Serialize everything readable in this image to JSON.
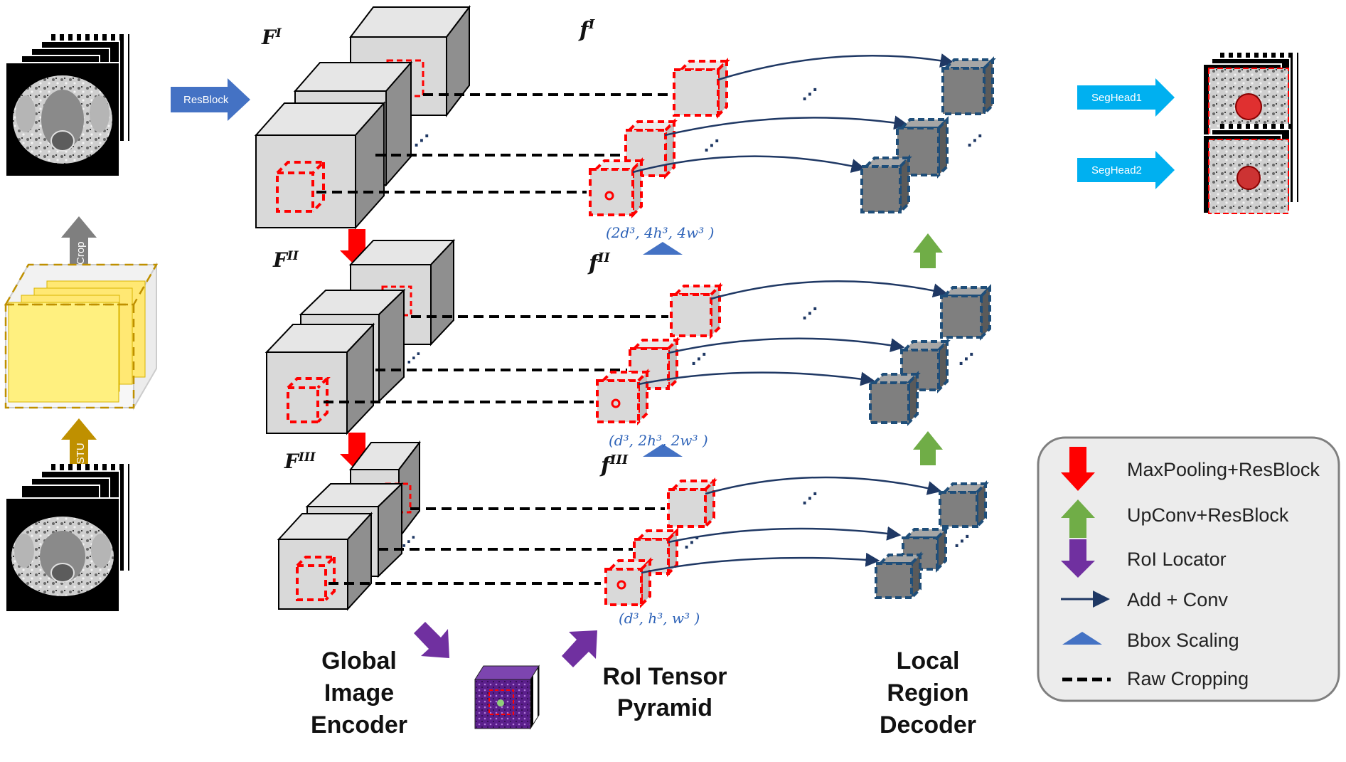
{
  "arrows": {
    "resblock": "ResBlock",
    "crop": "Crop",
    "ostu": "OSTU",
    "seghead1": "SegHead1",
    "seghead2": "SegHead2"
  },
  "features": {
    "F1_base": "F",
    "F1_sup": "I",
    "F2_base": "F",
    "F2_sup": "II",
    "F3_base": "F",
    "F3_sup": "III",
    "f1_base": "f",
    "f1_sup": "I",
    "f2_base": "f",
    "f2_sup": "II",
    "f3_base": "f",
    "f3_sup": "III"
  },
  "dims": {
    "d1": "(2d³, 4h³, 4w³ )",
    "d2": "(d³, 2h³, 2w³ )",
    "d3": "(d³, h³, w³ )"
  },
  "sections": {
    "encoder": [
      "Global",
      "Image",
      "Encoder"
    ],
    "pyramid": [
      "RoI Tensor",
      "Pyramid"
    ],
    "decoder": [
      "Local",
      "Region",
      "Decoder"
    ]
  },
  "legend": {
    "items": [
      "MaxPooling+ResBlock",
      "UpConv+ResBlock",
      "RoI Locator",
      "Add + Conv",
      "Bbox Scaling",
      "Raw Cropping"
    ]
  },
  "colors": {
    "red": "#ff0000",
    "green": "#70ad47",
    "purple": "#7030a0",
    "navy": "#1f3864",
    "blue": "#4472c4",
    "cyan": "#00b0f0",
    "gray": "#7f7f7f",
    "gold": "#bf9000"
  }
}
